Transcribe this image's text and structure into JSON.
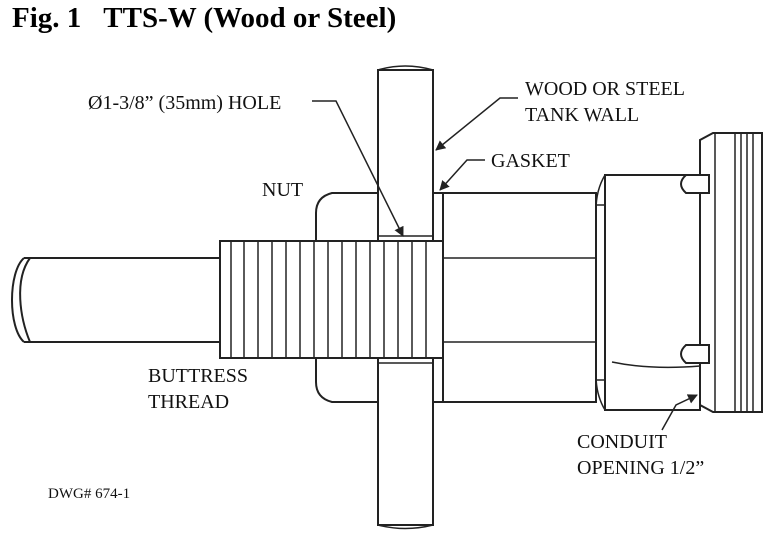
{
  "figure": {
    "label": "Fig. 1",
    "title": "TTS-W (Wood or Steel)"
  },
  "labels": {
    "hole": "Ø1-3/8” (35mm) HOLE",
    "tank_wall_line1": "WOOD OR STEEL",
    "tank_wall_line2": "TANK WALL",
    "gasket": "GASKET",
    "nut": "NUT",
    "buttress_line1": "BUTTRESS",
    "buttress_line2": "THREAD",
    "conduit_line1": "CONDUIT",
    "conduit_line2": "OPENING 1/2”",
    "drawing_number": "DWG# 674-1"
  }
}
